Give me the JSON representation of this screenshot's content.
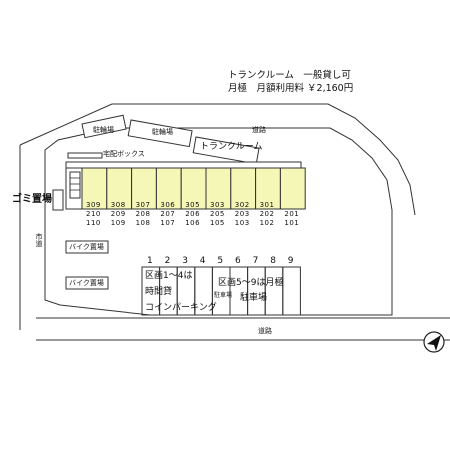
{
  "header": {
    "line1": "トランクルーム　一般貸し可",
    "line2": "月極　月額利用料 ￥2,160円"
  },
  "labels": {
    "road_top": "道路",
    "road_bottom": "道路",
    "road_left": "市道",
    "bicycle_1": "駐輪場",
    "bicycle_2": "駐輪場",
    "trunk_room": "トランクルーム",
    "delivery_box": "宅配ボックス",
    "garbage": "ゴミ置場",
    "bike_1": "バイク置場",
    "bike_2": "バイク置場",
    "hourly_a": "区画1～4は",
    "hourly_b": "時間貸",
    "hourly_c": "コインパーキング",
    "monthly_a": "区画5～9は月極",
    "monthly_b": "駐車場",
    "parking_small": "駐車場",
    "stair_icon": "stair-icon",
    "north_icon": "north-arrow-icon"
  },
  "rooms": [
    [
      "309",
      "210",
      "110"
    ],
    [
      "308",
      "209",
      "109"
    ],
    [
      "307",
      "208",
      "108"
    ],
    [
      "306",
      "207",
      "107"
    ],
    [
      "305",
      "206",
      "106"
    ],
    [
      "303",
      "205",
      "105"
    ],
    [
      "302",
      "203",
      "103"
    ],
    [
      "301",
      "202",
      "102"
    ],
    [
      "201",
      "101"
    ]
  ],
  "parking_numbers": [
    "1",
    "2",
    "3",
    "4",
    "5",
    "6",
    "7",
    "8",
    "9"
  ],
  "colors": {
    "unit_fill": "#f4f7b6",
    "line": "#333333",
    "background": "#ffffff"
  }
}
